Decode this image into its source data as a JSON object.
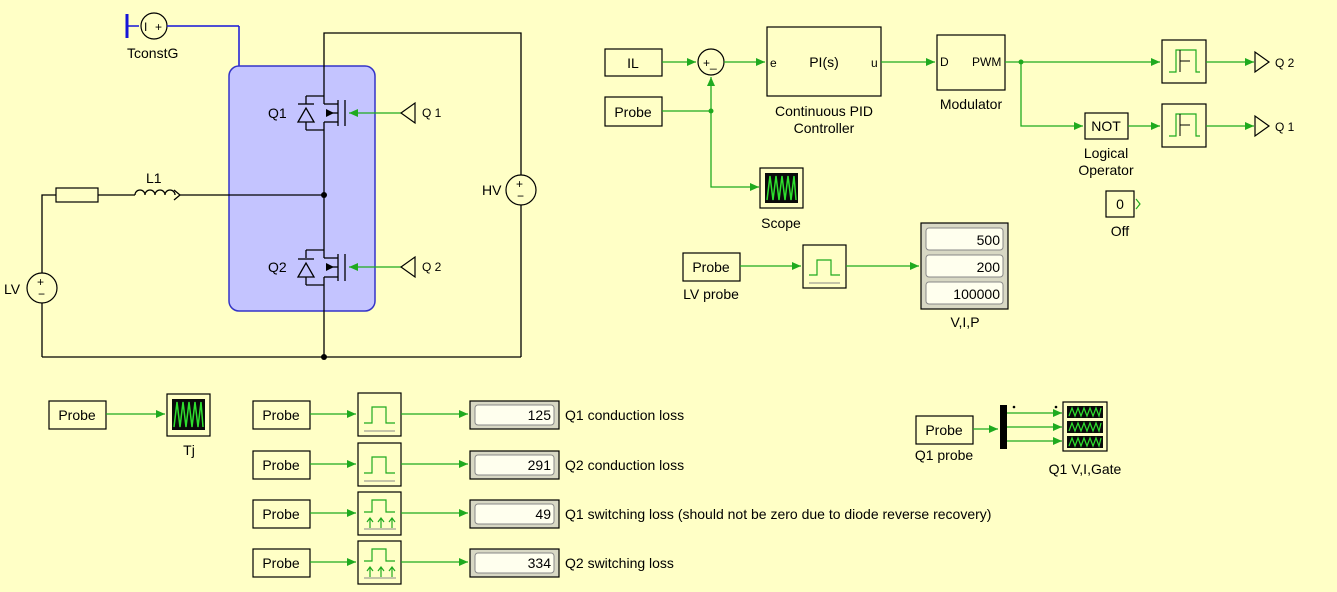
{
  "power": {
    "tconst_label": "TconstG",
    "q1_label": "Q1",
    "q2_label": "Q2",
    "q1_gate_label": "Q 1",
    "q2_gate_label": "Q 2",
    "inductor_label": "L1",
    "hv_label": "HV",
    "lv_label": "LV"
  },
  "control": {
    "il_label": "IL",
    "probe_label": "Probe",
    "pi_label": "PI(s)",
    "pi_in": "e",
    "pi_out": "u",
    "pid_caption_1": "Continuous PID",
    "pid_caption_2": "Controller",
    "mod_in": "D",
    "mod_out": "PWM",
    "mod_caption": "Modulator",
    "not_label": "NOT",
    "logic_caption_1": "Logical",
    "logic_caption_2": "Operator",
    "out_q2": "Q 2",
    "out_q1": "Q 1",
    "const_value": "0",
    "off_label": "Off",
    "scope_label": "Scope",
    "sum_sign": "+_",
    "lv_probe_caption": "LV probe",
    "vip_label": "V,I,P",
    "vip_values": [
      "500",
      "200",
      "100000"
    ]
  },
  "losses": {
    "tj_label": "Tj",
    "rows": [
      {
        "value": "125",
        "label": "Q1 conduction loss"
      },
      {
        "value": "291",
        "label": "Q2 conduction loss"
      },
      {
        "value": "49",
        "label": "Q1 switching loss (should not be zero due to diode reverse recovery)"
      },
      {
        "value": "334",
        "label": "Q2 switching loss"
      }
    ],
    "q1_probe_caption": "Q1 probe",
    "q1_scope_label": "Q1 V,I,Gate"
  }
}
